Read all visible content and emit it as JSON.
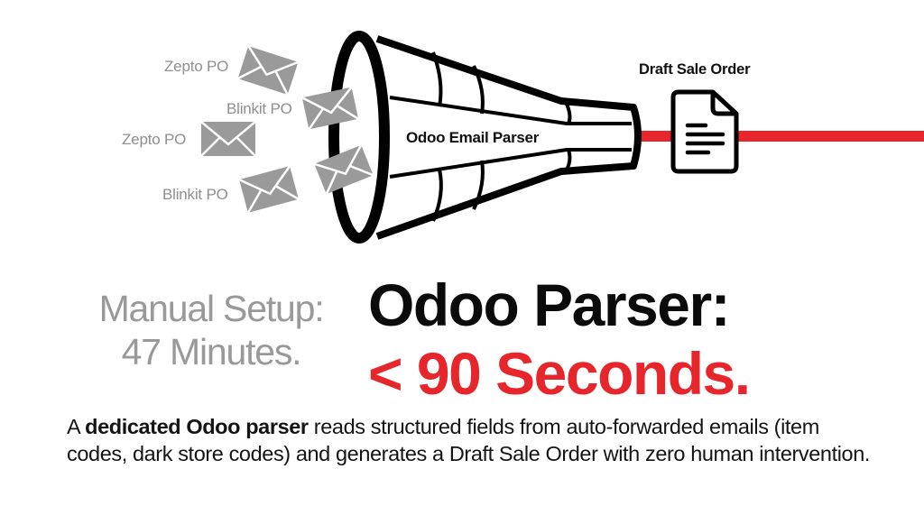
{
  "diagram": {
    "inputs": [
      {
        "label": "Zepto PO",
        "icon": "envelope-icon"
      },
      {
        "label": "Blinkit PO",
        "icon": "envelope-icon"
      },
      {
        "label": "Zepto PO",
        "icon": "envelope-icon"
      },
      {
        "label": "Blinkit PO",
        "icon": "envelope-icon"
      }
    ],
    "funnel_label": "Odoo Email Parser",
    "output_label": "Draft Sale Order",
    "output_icon": "document-icon",
    "colors": {
      "envelope": "#9a9a9a",
      "funnel_stroke": "#000000",
      "flow_line": "#e6262b",
      "accent_red": "#e6262b",
      "muted_gray": "#999999"
    }
  },
  "comparison": {
    "manual_line1": "Manual Setup:",
    "manual_line2": "47 Minutes.",
    "odoo_line1": "Odoo Parser:",
    "odoo_line2": "< 90 Seconds."
  },
  "description": {
    "prefix": "A ",
    "bold": "dedicated Odoo parser",
    "rest": " reads structured fields from auto-forwarded emails (item codes, dark store codes) and generates a Draft Sale Order with zero human intervention."
  }
}
